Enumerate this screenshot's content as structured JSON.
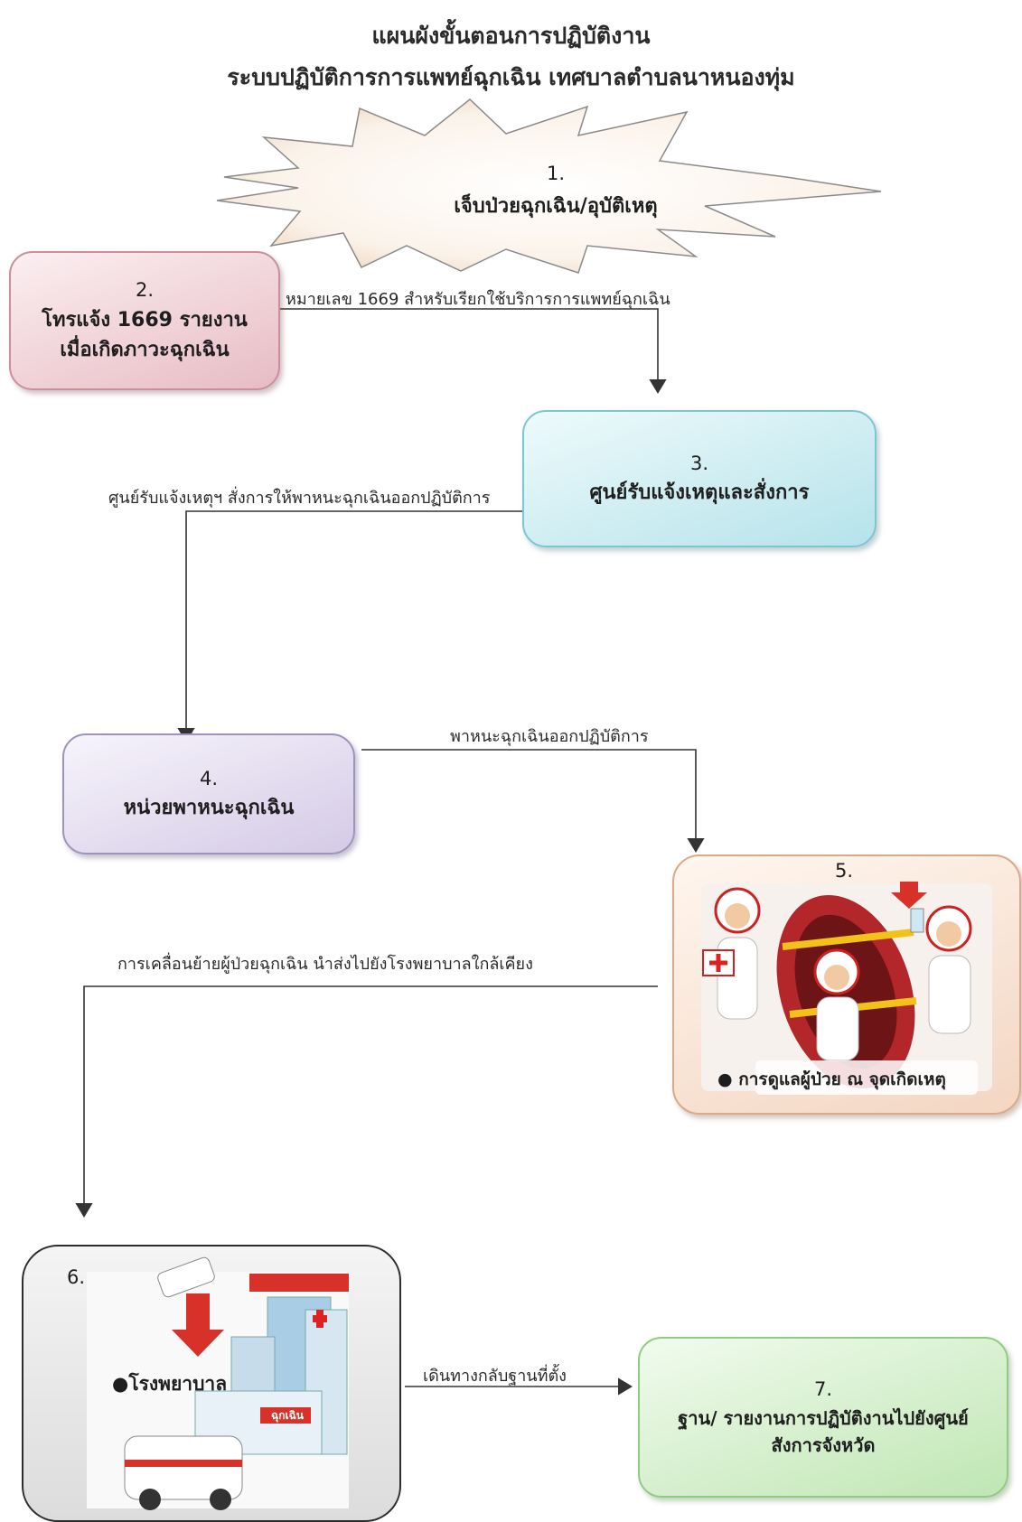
{
  "title": {
    "line1": "แผนผังขั้นตอนการปฏิบัติงาน",
    "line2": "ระบบปฏิบัติการการแพทย์ฉุกเฉิน เทศบาลตำบลนาหนองทุ่ม"
  },
  "steps": [
    {
      "num": "1.",
      "text": "เจ็บป่วยฉุกเฉิน/อุบัติเหตุ"
    },
    {
      "num": "2.",
      "text_line1": "โทรแจ้ง 1669 รายงาน",
      "text_line2": "เมื่อเกิดภาวะฉุกเฉิน"
    },
    {
      "num": "3.",
      "text": "ศูนย์รับแจ้งเหตุและสั่งการ"
    },
    {
      "num": "4.",
      "text": "หน่วยพาหนะฉุกเฉิน"
    },
    {
      "num": "5.",
      "caption": "● การดูแลผู้ป่วย ณ จุดเกิดเหตุ"
    },
    {
      "num": "6.",
      "caption": "●โรงพยาบาล",
      "sign": "ฉุกเฉิน"
    },
    {
      "num": "7.",
      "text_line1": "ฐาน/ รายงานการปฏิบัติงานไปยังศูนย์",
      "text_line2": "สังการจังหวัด"
    }
  ],
  "connectors": {
    "c1_2_3": "หมายเลข 1669 สำหรับเรียกใช้บริการการแพทย์ฉุกเฉิน",
    "c3_4": "ศูนย์รับแจ้งเหตุฯ สั่งการให้พาหนะฉุกเฉินออกปฏิบัติการ",
    "c4_5": "พาหนะฉุกเฉินออกปฏิบัติการ",
    "c5_6": "การเคลื่อนย้ายผู้ป่วยฉุกเฉิน นำส่งไปยังโรงพยาบาลใกล้เคียง",
    "c6_7": "เดินทางกลับฐานที่ตั้ง"
  }
}
